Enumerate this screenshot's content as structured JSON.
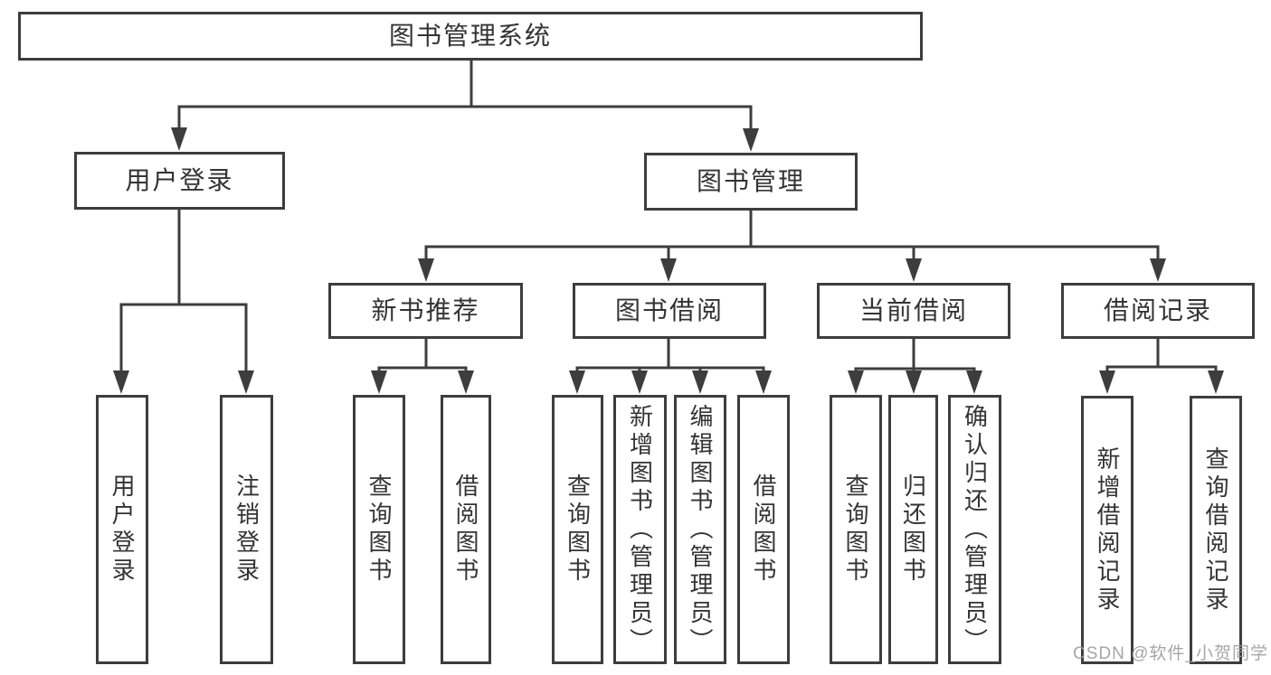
{
  "tree": {
    "label": "图书管理系统",
    "children": [
      {
        "label": "用户登录",
        "children": [
          {
            "label": "用户登录"
          },
          {
            "label": "注销登录"
          }
        ]
      },
      {
        "label": "图书管理",
        "children": [
          {
            "label": "新书推荐",
            "children": [
              {
                "label": "查询图书"
              },
              {
                "label": "借阅图书"
              }
            ]
          },
          {
            "label": "图书借阅",
            "children": [
              {
                "label": "查询图书"
              },
              {
                "label": "新增图书（管理员）"
              },
              {
                "label": "编辑图书（管理员）"
              },
              {
                "label": "借阅图书"
              }
            ]
          },
          {
            "label": "当前借阅",
            "children": [
              {
                "label": "查询图书"
              },
              {
                "label": "归还图书"
              },
              {
                "label": "确认归还（管理员）"
              }
            ]
          },
          {
            "label": "借阅记录",
            "children": [
              {
                "label": "新增借阅记录"
              },
              {
                "label": "查询借阅记录"
              }
            ]
          }
        ]
      }
    ]
  },
  "watermark": "CSDN @软件_小贺同学",
  "colors": {
    "line": "#3d3d3d",
    "box_border": "#3d3d3d",
    "text": "#333333",
    "watermark": "#9d9d9d",
    "background": "#ffffff"
  }
}
